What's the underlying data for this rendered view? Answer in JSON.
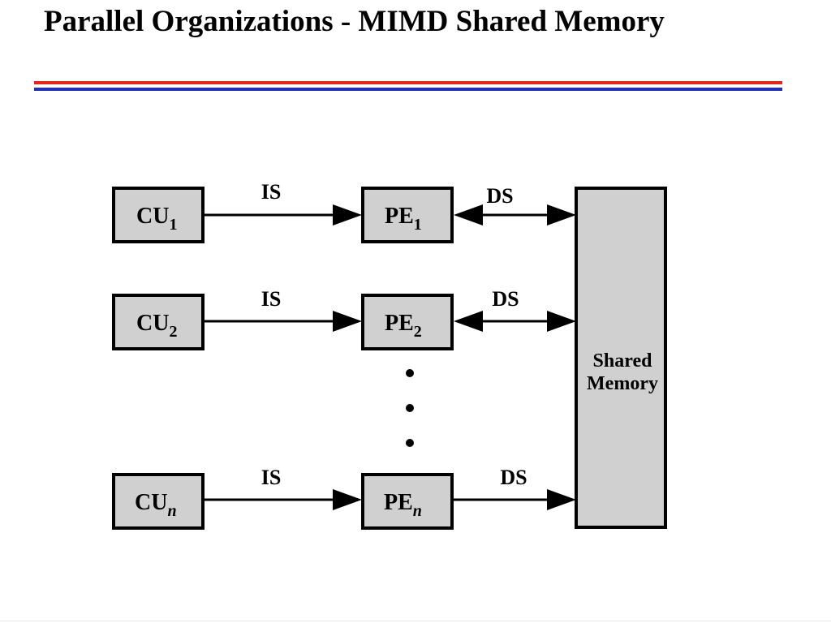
{
  "slide": {
    "title": "Parallel Organizations - MIMD Shared Memory"
  },
  "diagram": {
    "rows": [
      {
        "cu": "CU",
        "cu_sub": "1",
        "is": "IS",
        "pe": "PE",
        "pe_sub": "1",
        "ds": "DS",
        "sub_italic": false
      },
      {
        "cu": "CU",
        "cu_sub": "2",
        "is": "IS",
        "pe": "PE",
        "pe_sub": "2",
        "ds": "DS",
        "sub_italic": false
      },
      {
        "cu": "CU",
        "cu_sub": "n",
        "is": "IS",
        "pe": "PE",
        "pe_sub": "n",
        "ds": "DS",
        "sub_italic": true
      }
    ],
    "memory": {
      "line1": "Shared",
      "line2": "Memory"
    },
    "colors": {
      "box_fill": "#d0d0d0",
      "rule_red": "#e8231e",
      "rule_blue": "#1f2fb8"
    }
  }
}
